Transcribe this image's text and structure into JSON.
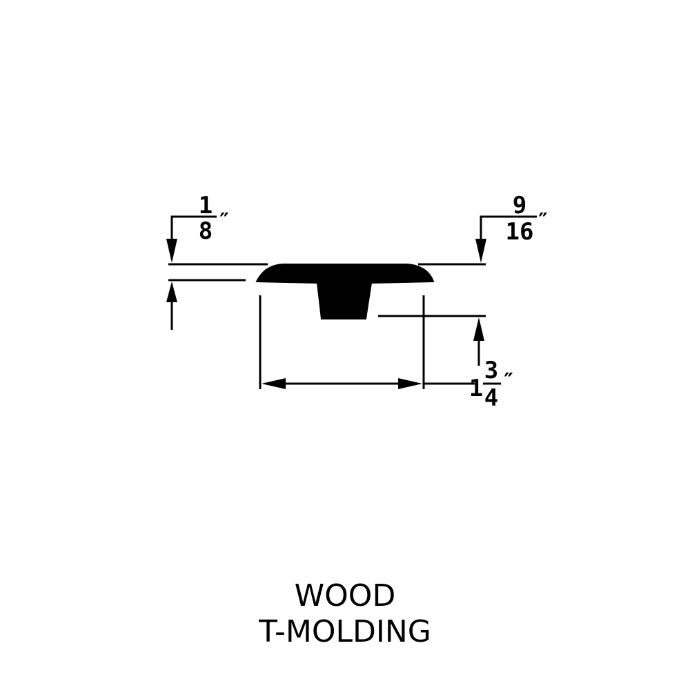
{
  "product": {
    "caption_line_1": "WOOD",
    "caption_line_2": "T-MOLDING"
  },
  "dimensions": {
    "thickness": {
      "numerator": "1",
      "denominator": "8",
      "unit": "″"
    },
    "height": {
      "numerator": "9",
      "denominator": "16",
      "unit": "″"
    },
    "width": {
      "whole": "1",
      "numerator": "3",
      "denominator": "4",
      "unit": "″"
    }
  },
  "colors": {
    "ink": "#000000",
    "background": "#ffffff"
  }
}
